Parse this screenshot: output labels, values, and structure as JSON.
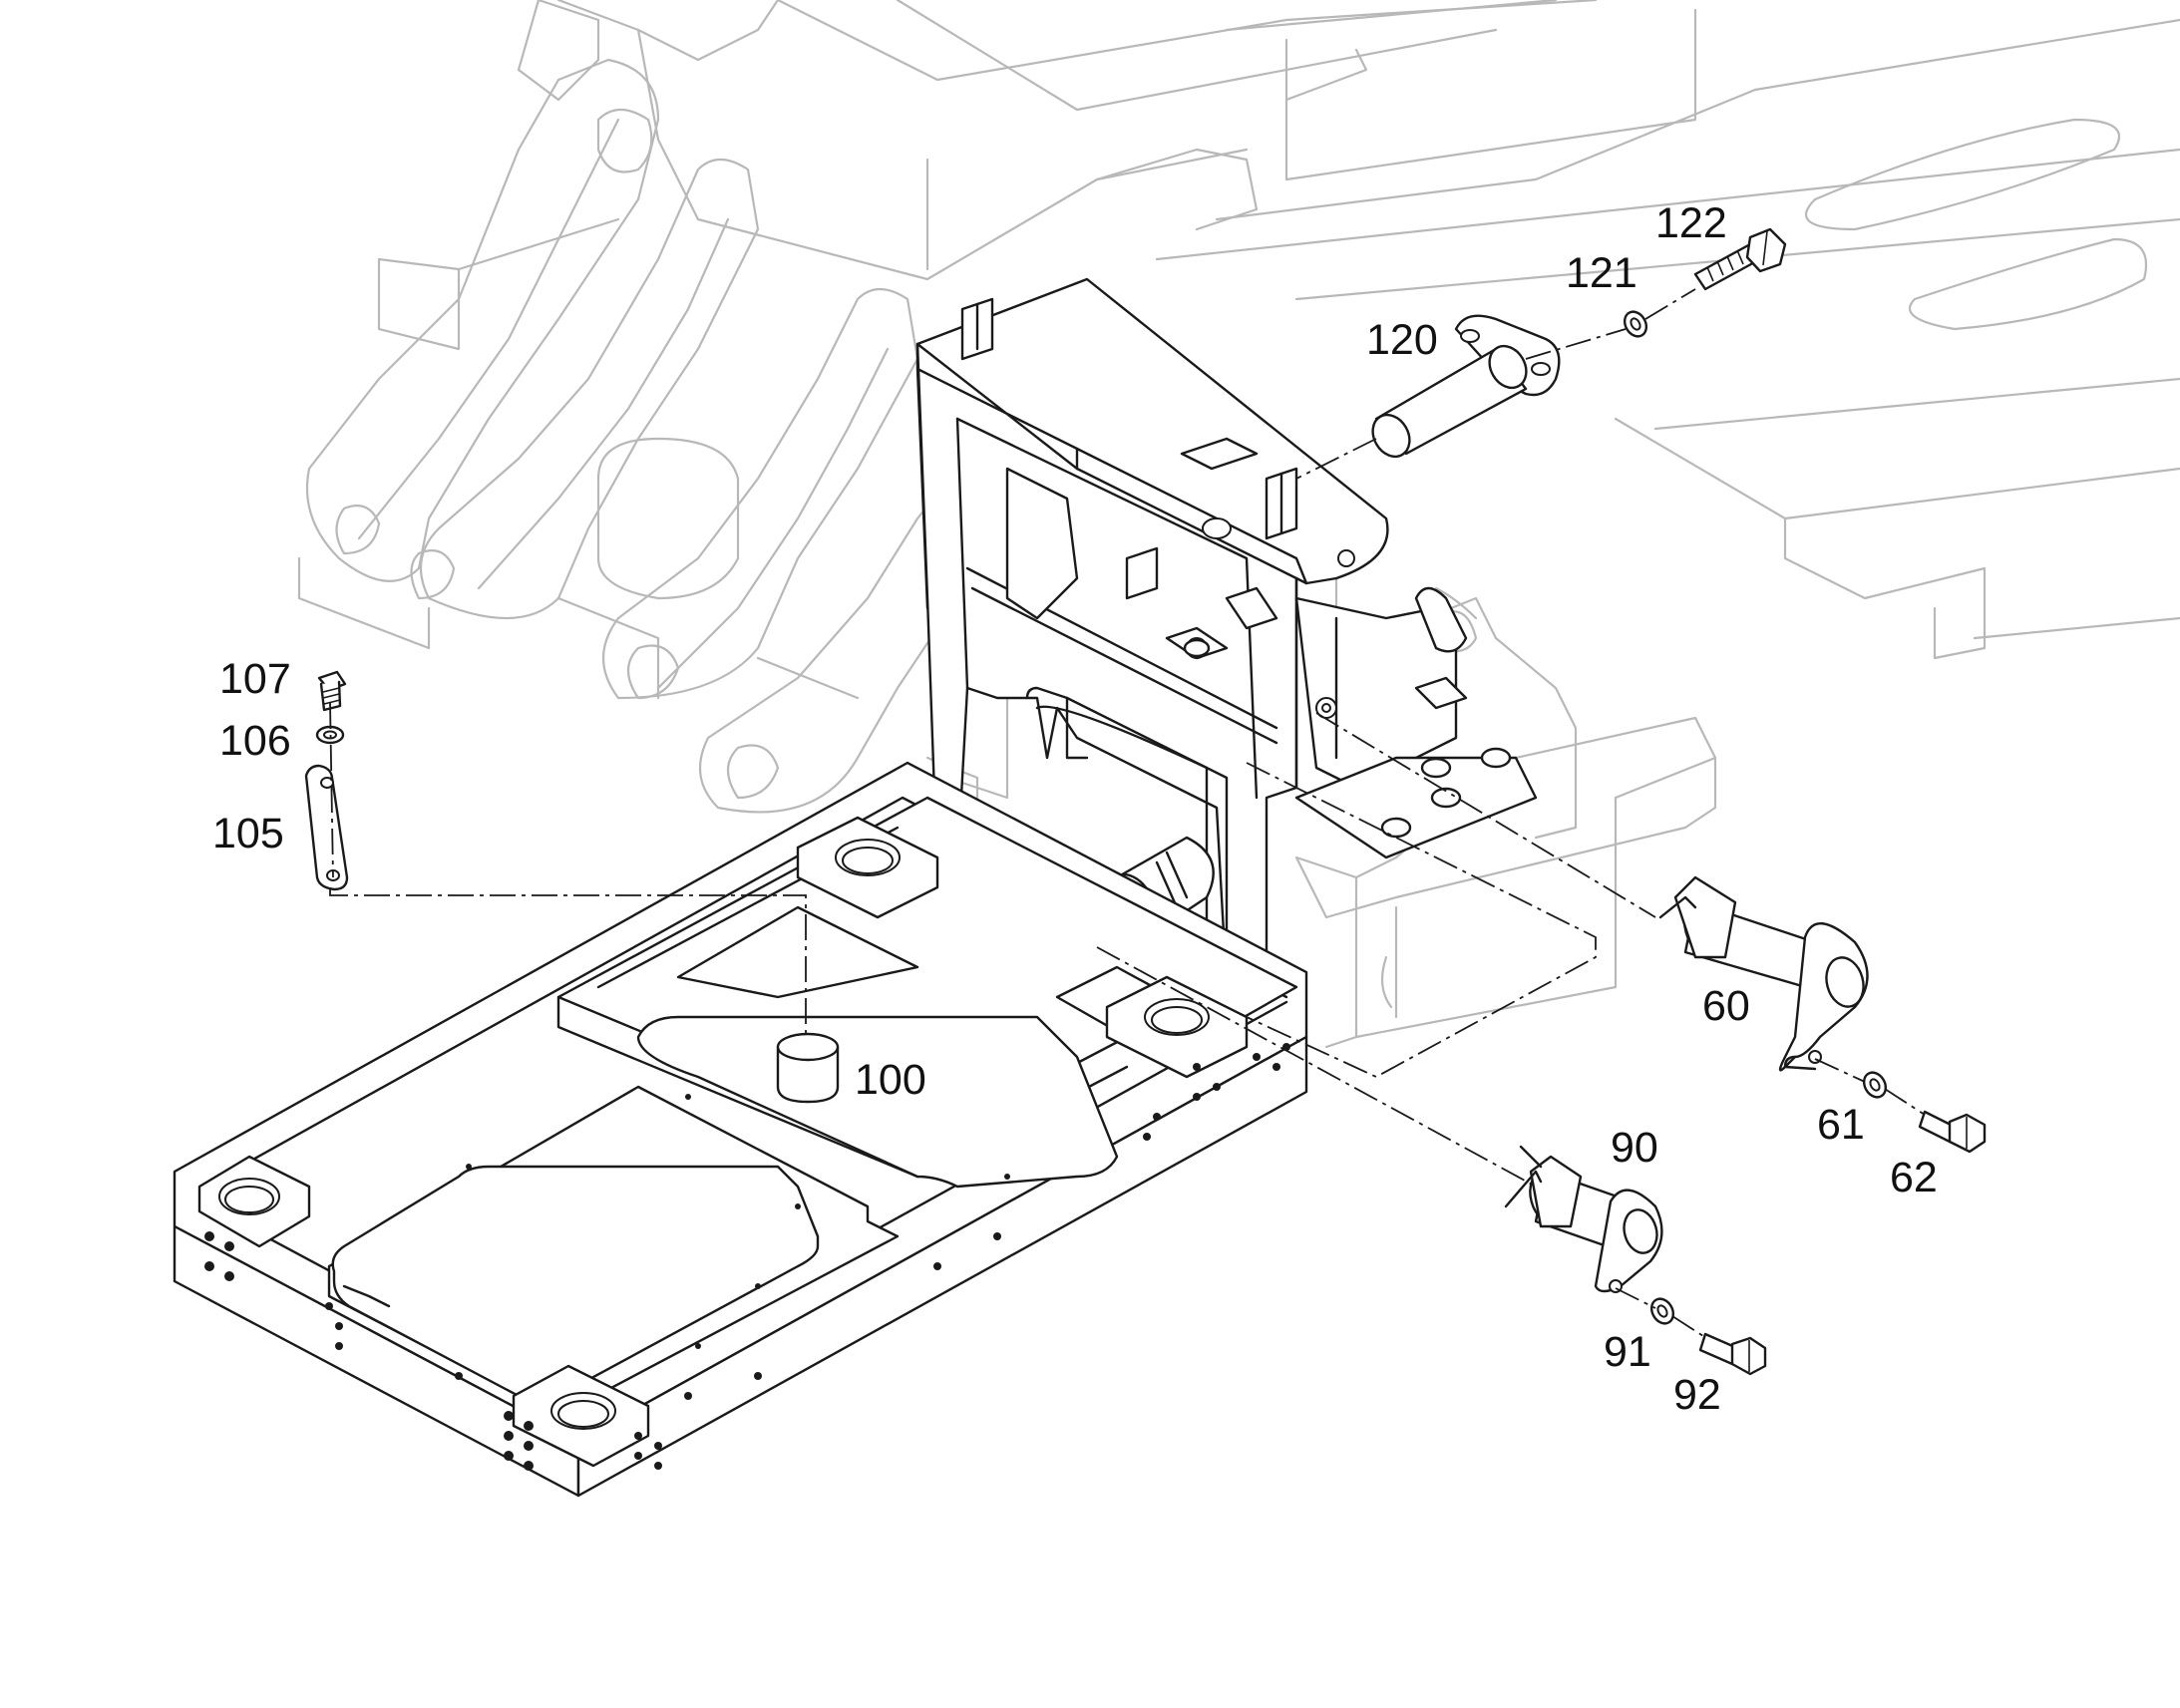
{
  "callouts": {
    "part_122": "122",
    "part_121": "121",
    "part_120": "120",
    "part_107": "107",
    "part_106": "106",
    "part_105": "105",
    "part_100": "100",
    "part_60": "60",
    "part_61": "61",
    "part_62": "62",
    "part_90": "90",
    "part_91": "91",
    "part_92": "92"
  },
  "colors": {
    "foreground_lines": "#1a1a1a",
    "background_frame_lines": "#b8b8b8",
    "background": "#ffffff"
  }
}
